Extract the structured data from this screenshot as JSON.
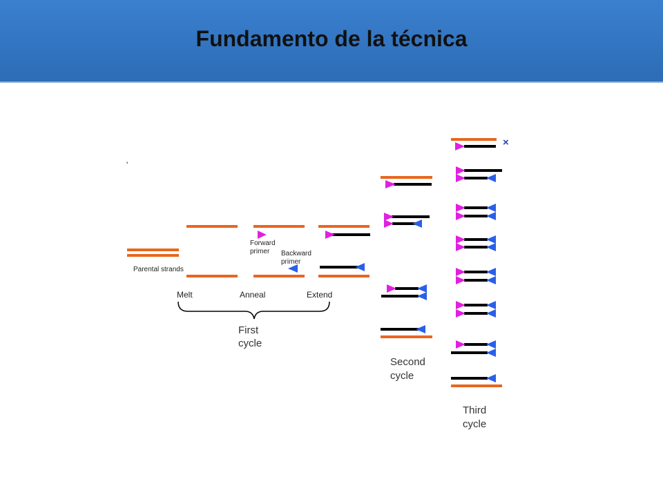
{
  "title": "Fundamento de la técnica",
  "labels": {
    "parental": "Parental strands",
    "forward_line1": "Forward",
    "forward_line2": "primer",
    "backward_line1": "Backward",
    "backward_line2": "primer",
    "melt": "Melt",
    "anneal": "Anneal",
    "extend": "Extend",
    "first_line1": "First",
    "first_line2": "cycle",
    "second_line1": "Second",
    "second_line2": "cycle",
    "third_line1": "Third",
    "third_line2": "cycle",
    "cross_mark": "×",
    "tick_mark": "'"
  },
  "colors": {
    "header": "#3a80cf",
    "parental_strand": "#e8661f",
    "new_strand": "#000000",
    "forward_primer": "#e020e0",
    "backward_primer": "#2a5fe8",
    "cross": "#2a3fa8"
  }
}
